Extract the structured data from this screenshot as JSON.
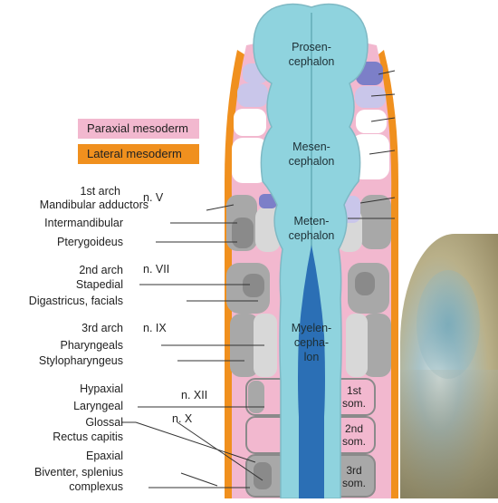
{
  "legend": {
    "paraxial": {
      "label": "Paraxial mesoderm",
      "color": "#f2b8cf"
    },
    "lateral": {
      "label": "Lateral mesoderm",
      "color": "#f0901e"
    }
  },
  "regions": {
    "prosencephalon": "Prosen-\ncephalon",
    "mesencephalon": "Mesen-\ncephalon",
    "metencephalon": "Meten-\ncephalon",
    "myelencephalon": "Myelen-\ncepha-\nlon"
  },
  "somites": {
    "first": "1st\nsom.",
    "second": "2nd\nsom.",
    "third": "3rd\nsom."
  },
  "labels": {
    "arch1": "1st arch",
    "mandibular_adductors": "Mandibular adductors",
    "intermandibular": "Intermandibular",
    "pterygoideus": "Pterygoideus",
    "arch2": "2nd arch",
    "stapedial": "Stapedial",
    "digastricus": "Digastricus, facials",
    "arch3": "3rd arch",
    "pharyngeals": "Pharyngeals",
    "stylopharyngeus": "Stylopharyngeus",
    "hypaxial": "Hypaxial",
    "laryngeal": "Laryngeal",
    "glossal": "Glossal",
    "rectus_capitis": "Rectus capitis",
    "epaxial": "Epaxial",
    "biventer": "Biventer, splenius",
    "complexus": "complexus"
  },
  "nerves": {
    "v": "n. V",
    "vii": "n. VII",
    "ix": "n. IX",
    "xii": "n. XII",
    "x": "n. X"
  },
  "colors": {
    "neural_tube": "#8fd3de",
    "neural_tube_dark": "#2b6fb5",
    "paraxial": "#f2b8cf",
    "lateral": "#f0901e",
    "muscle_gray": "#a8a8a8",
    "muscle_dark": "#8a8a8a",
    "muscle_light": "#d8d8d8",
    "lavender": "#c9c6ea",
    "purple": "#7c7fc8"
  }
}
